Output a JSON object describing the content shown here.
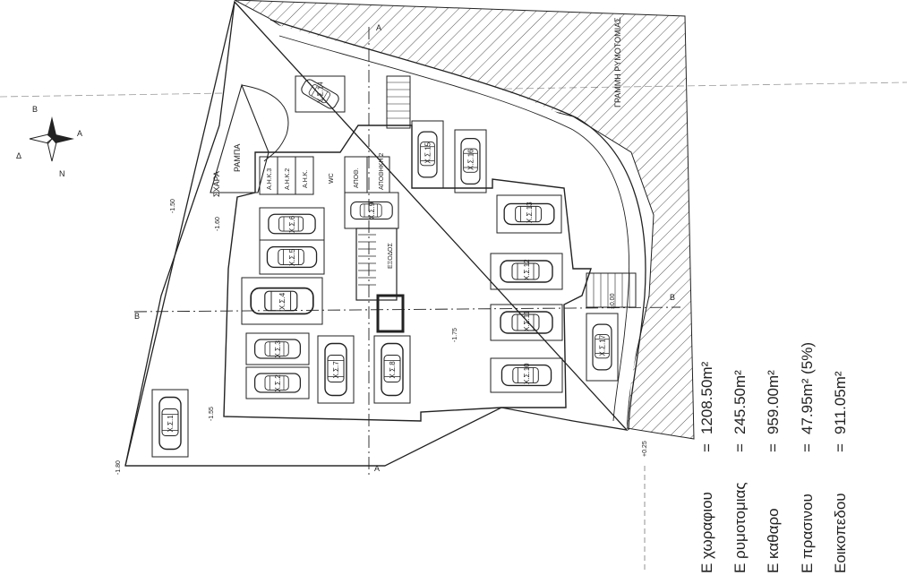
{
  "compass": {
    "labels": [
      "B",
      "A",
      "N",
      "Δ"
    ]
  },
  "section_markers": {
    "top": "A",
    "bottom": "A",
    "left": "B",
    "right": "B"
  },
  "road_labels": {
    "setback_line": "ΓΡΑΜΜΗ ΡΥΜΟΤΟΜΙΑΣ"
  },
  "rooms": {
    "ramp": "ΡΑΜΠΑ",
    "grate": "ΣΧΑΡΑ",
    "storage_1": "Α.Η.Κ.3",
    "storage_2": "Α.Η.Κ.2",
    "storage_3": "Α.Η.Κ.",
    "wc": "WC",
    "store_1": "ΑΠΟΘ.",
    "store_2": "ΑΠΟΘΗΚΗ 2",
    "exit": "ΕΞΟΔΟΣ"
  },
  "parking": {
    "spaces": [
      "Χ.Σ.1",
      "Χ.Σ.2",
      "Χ.Σ.3",
      "Χ.Σ.4",
      "Χ.Σ.5",
      "Χ.Σ.6",
      "Χ.Σ.7",
      "Χ.Σ.8",
      "Χ.Σ.9",
      "Χ.Σ.10",
      "Χ.Σ.11",
      "Χ.Σ.12",
      "Χ.Σ.13",
      "Χ.Σ.14",
      "Χ.Σ.15",
      "Χ.Σ.16",
      "Χ.Σ.17"
    ]
  },
  "levels": [
    "-1.80",
    "-1.75",
    "-1.60",
    "-1.50",
    "-1.55",
    "±0.00",
    "+0.25"
  ],
  "areas": [
    {
      "label": "Ε χωραφιου",
      "sep": "=",
      "value": "1208.50m²"
    },
    {
      "label": "Ε ρυμοτομιας",
      "sep": "=",
      "value": "245.50m²"
    },
    {
      "label": "Ε καθαρο",
      "sep": "=",
      "value": "959.00m²"
    },
    {
      "label": "Ε πρασινου",
      "sep": "=",
      "value": "47.95m² (5%)"
    },
    {
      "label": "Εοικοπεδου",
      "sep": "=",
      "value": "911.05m²"
    }
  ]
}
